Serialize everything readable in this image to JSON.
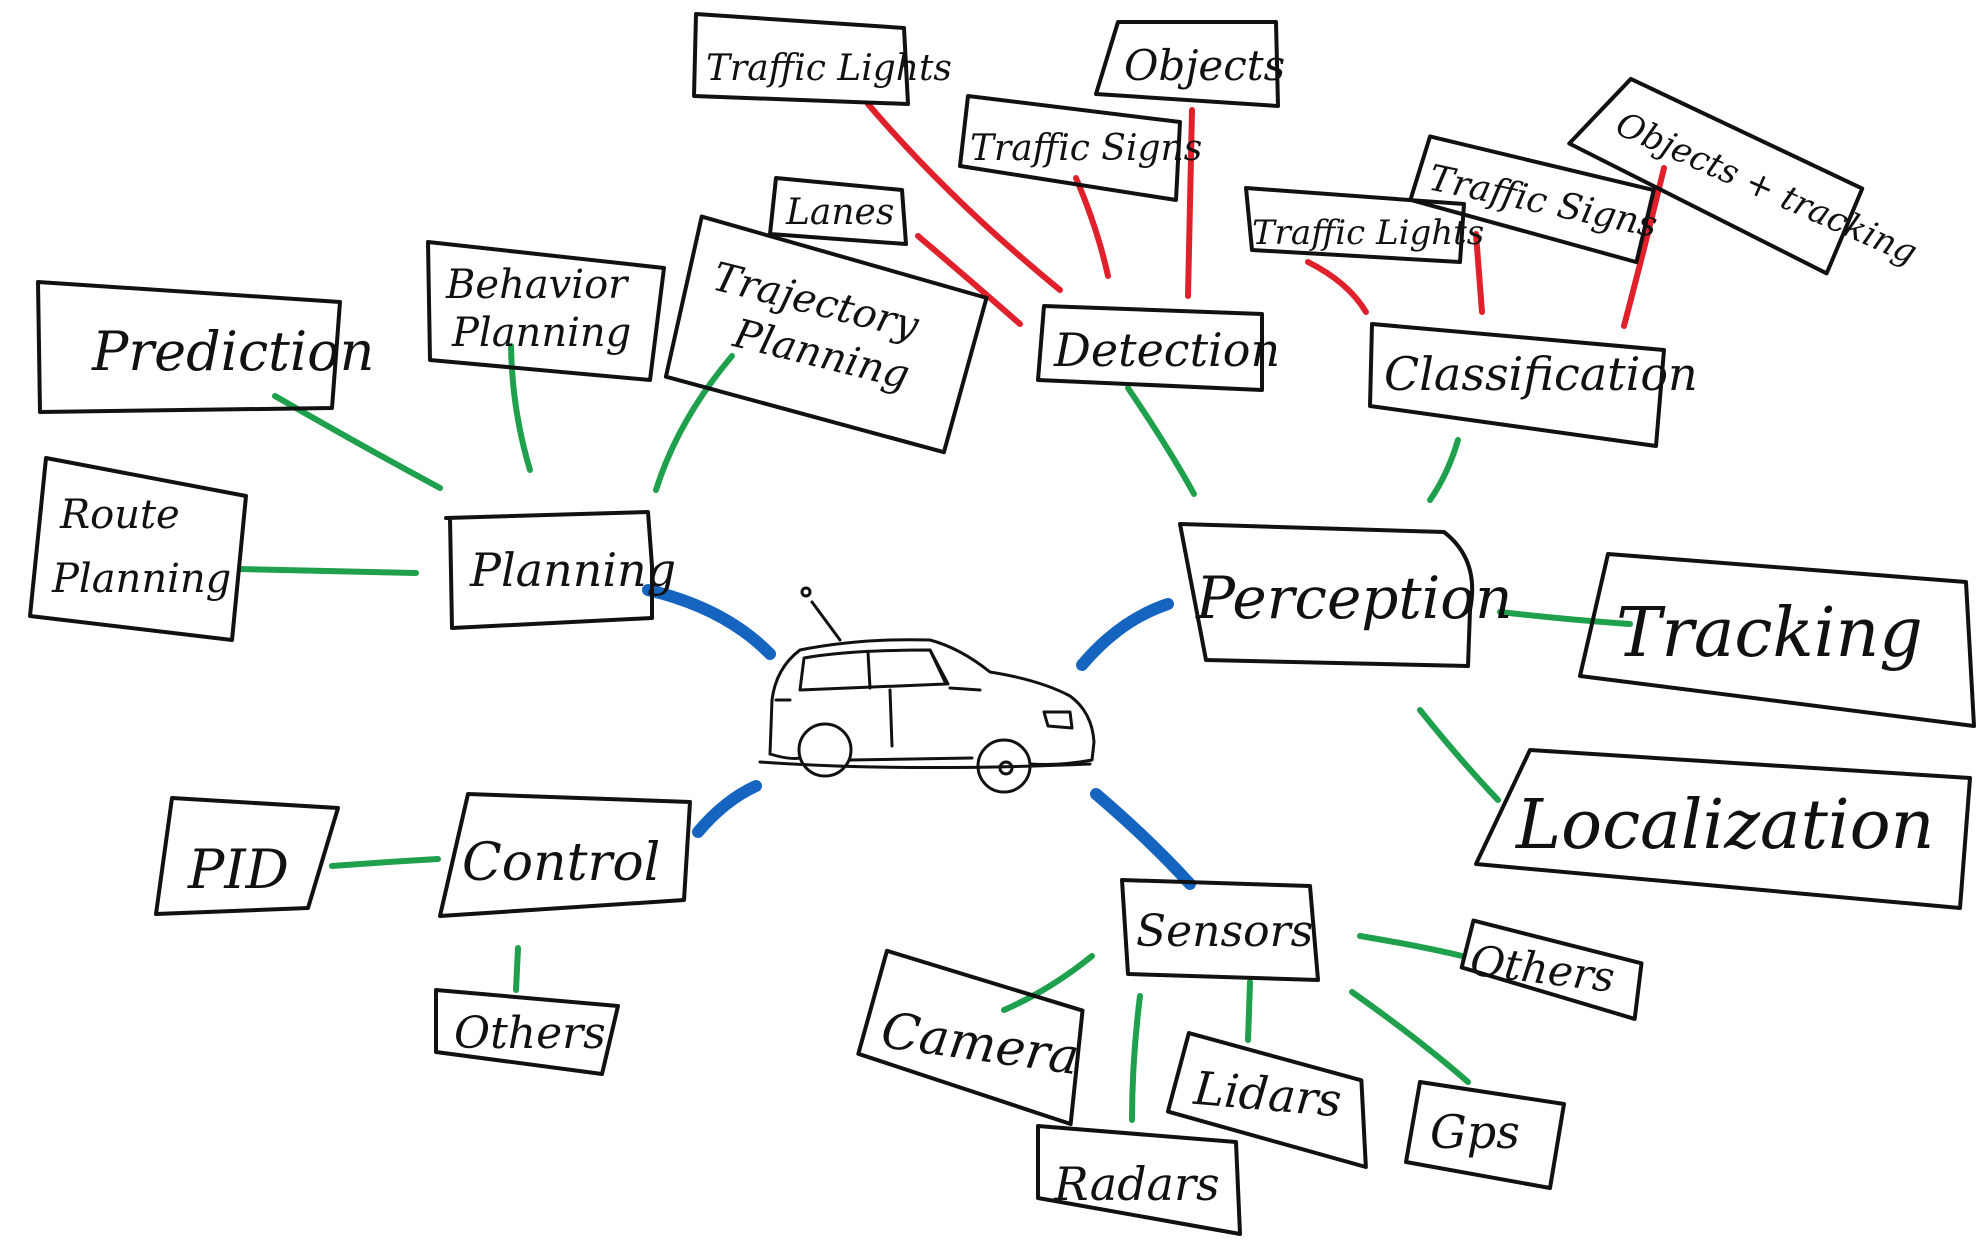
{
  "colors": {
    "core_links": "#1565c0",
    "sub_links": "#1ea04c",
    "leaf_links": "#e0202a",
    "ink": "#111111"
  },
  "center": {
    "icon": "car-icon"
  },
  "nodes": {
    "planning": "Planning",
    "prediction": "Prediction",
    "behavior_planning": [
      "Behavior",
      "Planning"
    ],
    "trajectory_planning": [
      "Trajectory",
      "Planning"
    ],
    "route_planning": [
      "Route",
      "Planning"
    ],
    "control": "Control",
    "pid": "PID",
    "control_others": "Others",
    "perception": "Perception",
    "tracking": "Tracking",
    "localization": "Localization",
    "detection": "Detection",
    "classification": "Classification",
    "lanes": "Lanes",
    "det_traffic_lights": "Traffic Lights",
    "det_traffic_signs": "Traffic Signs",
    "det_objects": "Objects",
    "cls_traffic_lights": "Traffic Lights",
    "cls_traffic_signs": "Traffic Signs",
    "cls_objects_tracking": "Objects + tracking",
    "sensors": "Sensors",
    "camera": "Camera",
    "radars": "Radars",
    "lidars": "Lidars",
    "gps": "Gps",
    "sensors_others": "Others"
  }
}
